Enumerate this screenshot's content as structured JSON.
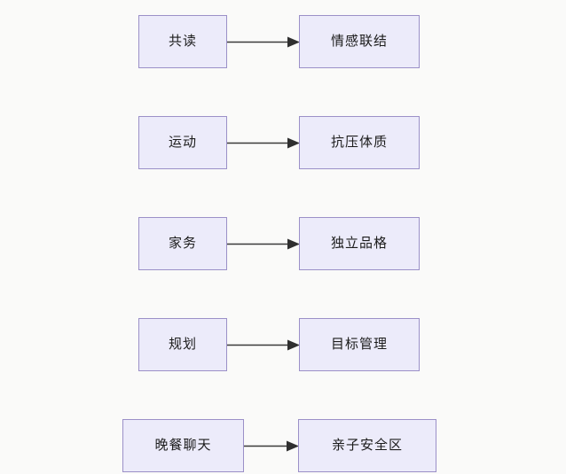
{
  "diagram": {
    "type": "flowchart",
    "orientation": "left-to-right",
    "background_color": "#fafaf9",
    "node_fill_color": "#ecebfa",
    "node_border_color": "#9b90c8",
    "node_text_color": "#1c1c1c",
    "edge_color": "#3a3a3a",
    "rows": [
      {
        "source": "共读",
        "target": "情感联结",
        "connector": "arrow-right"
      },
      {
        "source": "运动",
        "target": "抗压体质",
        "connector": "arrow-right"
      },
      {
        "source": "家务",
        "target": "独立品格",
        "connector": "arrow-right"
      },
      {
        "source": "规划",
        "target": "目标管理",
        "connector": "arrow-right"
      },
      {
        "source": "晚餐聊天",
        "target": "亲子安全区",
        "connector": "arrow-right"
      }
    ]
  }
}
